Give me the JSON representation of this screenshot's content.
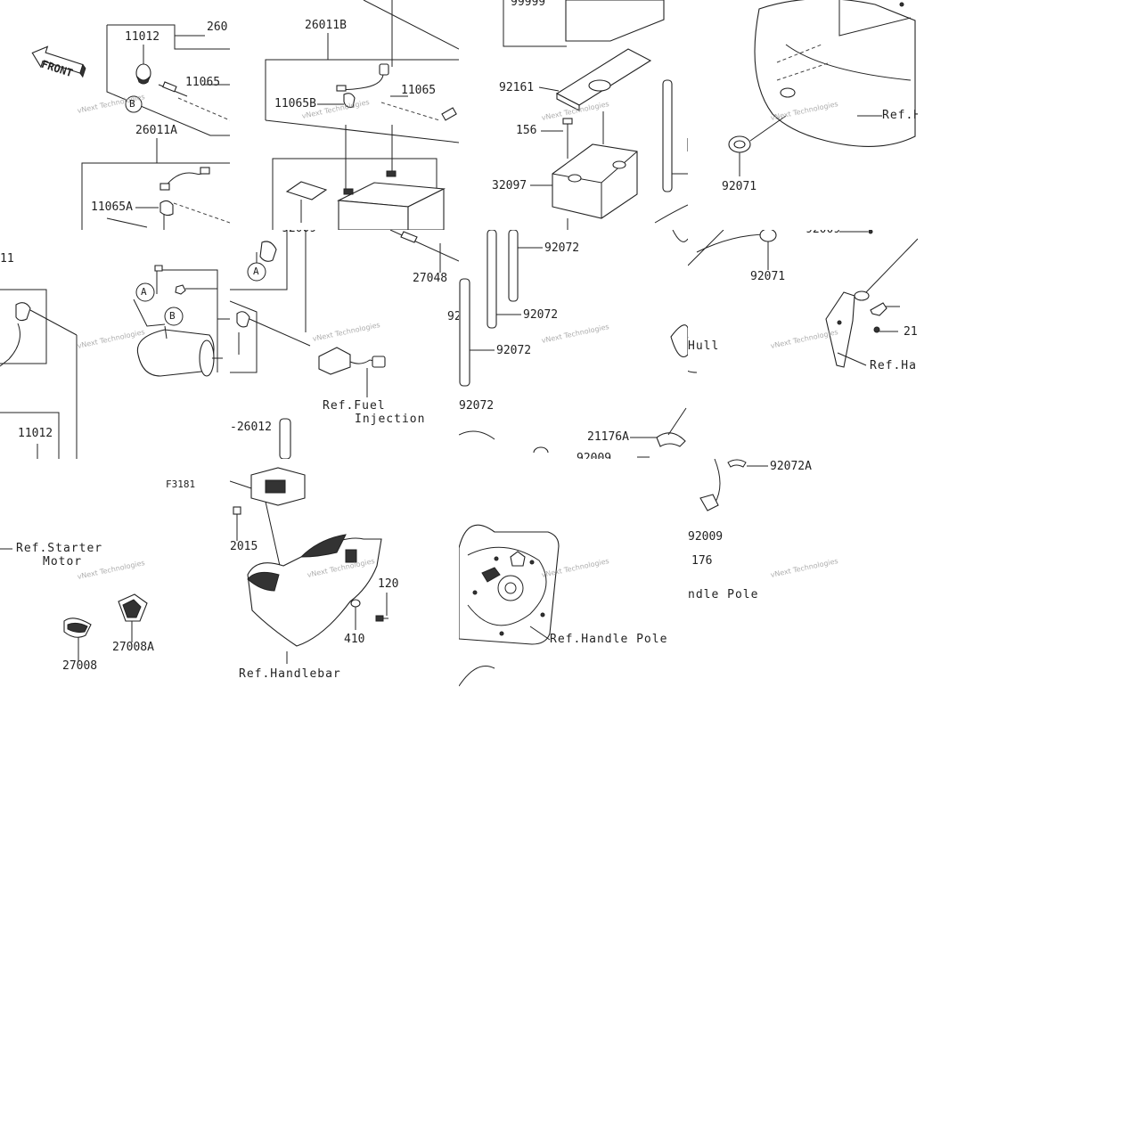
{
  "front_label": "FRONT",
  "watermark": "vNext Technologies",
  "labels": {
    "t1_11012": "11012",
    "t1_260": "260",
    "t1_11065": "11065",
    "t1_26011A": "26011A",
    "t1_11065A": "11065A",
    "t1_circle_b": "B",
    "t2_26011B": "26011B",
    "t2_11065B": "11065B",
    "t2_11065": "11065",
    "t3_99999": "99999",
    "t3_92161": "92161",
    "t3_156": "156",
    "t3_32097": "32097",
    "t4_refh": "Ref.H",
    "t4_92071": "92071",
    "t5_11": "11",
    "t5_circle_a": "A",
    "t5_circle_b": "B",
    "t5_11012": "11012",
    "t6_92009": "92009",
    "t6_27048": "27048",
    "t6_circle_a": "A",
    "t6_ref_fuel": "Ref.Fuel",
    "t6_injection": "Injection",
    "t6_26012": "-26012",
    "t6_92": "92",
    "t7_92072_a": "92072",
    "t7_92072_b": "92072",
    "t7_92072_c": "92072",
    "t7_92072_d": "92072",
    "t7_21176A": "21176A",
    "t7_92009": "92009",
    "t8_92009": "92009",
    "t8_92071": "92071",
    "t8_hull": "Hull",
    "t8_21": "21",
    "t8_refhan": "Ref.Han",
    "t9_F3181": "F3181",
    "t9_ref_starter": "Ref.Starter",
    "t9_motor": "Motor",
    "t9_27008": "27008",
    "t9_27008A": "27008A",
    "t10_2015": "2015",
    "t10_120": "120",
    "t10_410": "410",
    "t10_ref_handlebar": "Ref.Handlebar",
    "t11_ref_handle_pole": "Ref.Handle Pole",
    "t12_92072A": "92072A",
    "t12_92009": "92009",
    "t12_176": "176",
    "t12_ndle_pole": "ndle Pole"
  }
}
